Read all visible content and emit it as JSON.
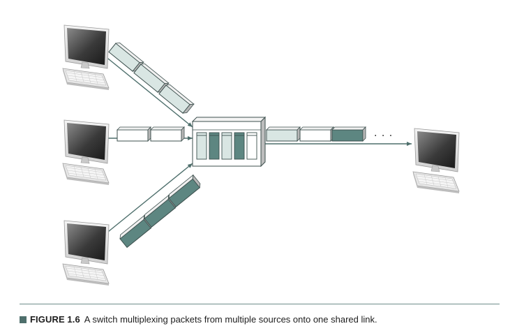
{
  "figure": {
    "label": "FIGURE 1.6",
    "caption": "A switch multiplexing packets from multiple sources onto one shared link."
  },
  "diagram": {
    "ellipsis": "· · ·",
    "sources": [
      {
        "name": "top",
        "icon": "computer-icon"
      },
      {
        "name": "middle",
        "icon": "computer-icon"
      },
      {
        "name": "bottom",
        "icon": "computer-icon"
      }
    ],
    "destination": {
      "icon": "computer-icon"
    },
    "switch": {
      "icon": "switch-icon",
      "buffers": [
        "light",
        "dark",
        "light",
        "dark",
        "light"
      ]
    },
    "colors": {
      "white_packet": "#ffffff",
      "light_packet": "#d9e6e3",
      "dark_packet": "#5d8681",
      "line": "#4e6f6c",
      "accent": "#4e6f6c"
    }
  }
}
